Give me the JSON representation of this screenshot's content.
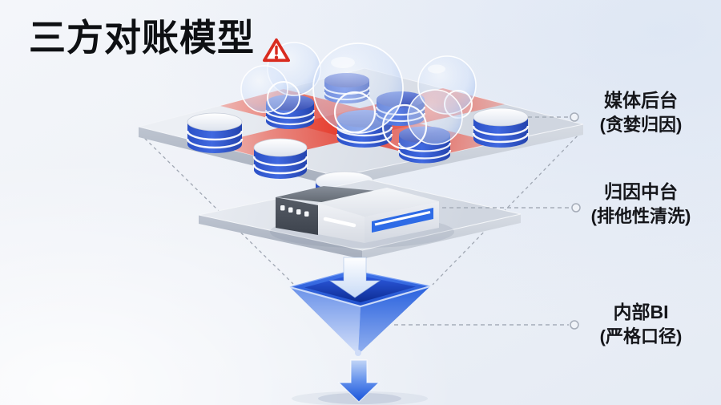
{
  "title": {
    "text": "三方对账模型",
    "icon": "warning-triangle-icon"
  },
  "layers": [
    {
      "id": "media-backend",
      "label": "媒体后台",
      "sublabel": "(贪婪归因)"
    },
    {
      "id": "attribution-hub",
      "label": "归因中台",
      "sublabel": "(排他性清洗)"
    },
    {
      "id": "internal-bi",
      "label": "内部BI",
      "sublabel": "(严格口径)"
    }
  ],
  "colors": {
    "warning_red": "#d92b1f",
    "highlight_band_red": "#e43020",
    "cylinder_blue": "#2e56cf",
    "funnel_blue": "#2b63de",
    "platform_gray": "#dfe3ea",
    "connector_gray": "#a6adb9",
    "title_black": "#0e1013"
  }
}
